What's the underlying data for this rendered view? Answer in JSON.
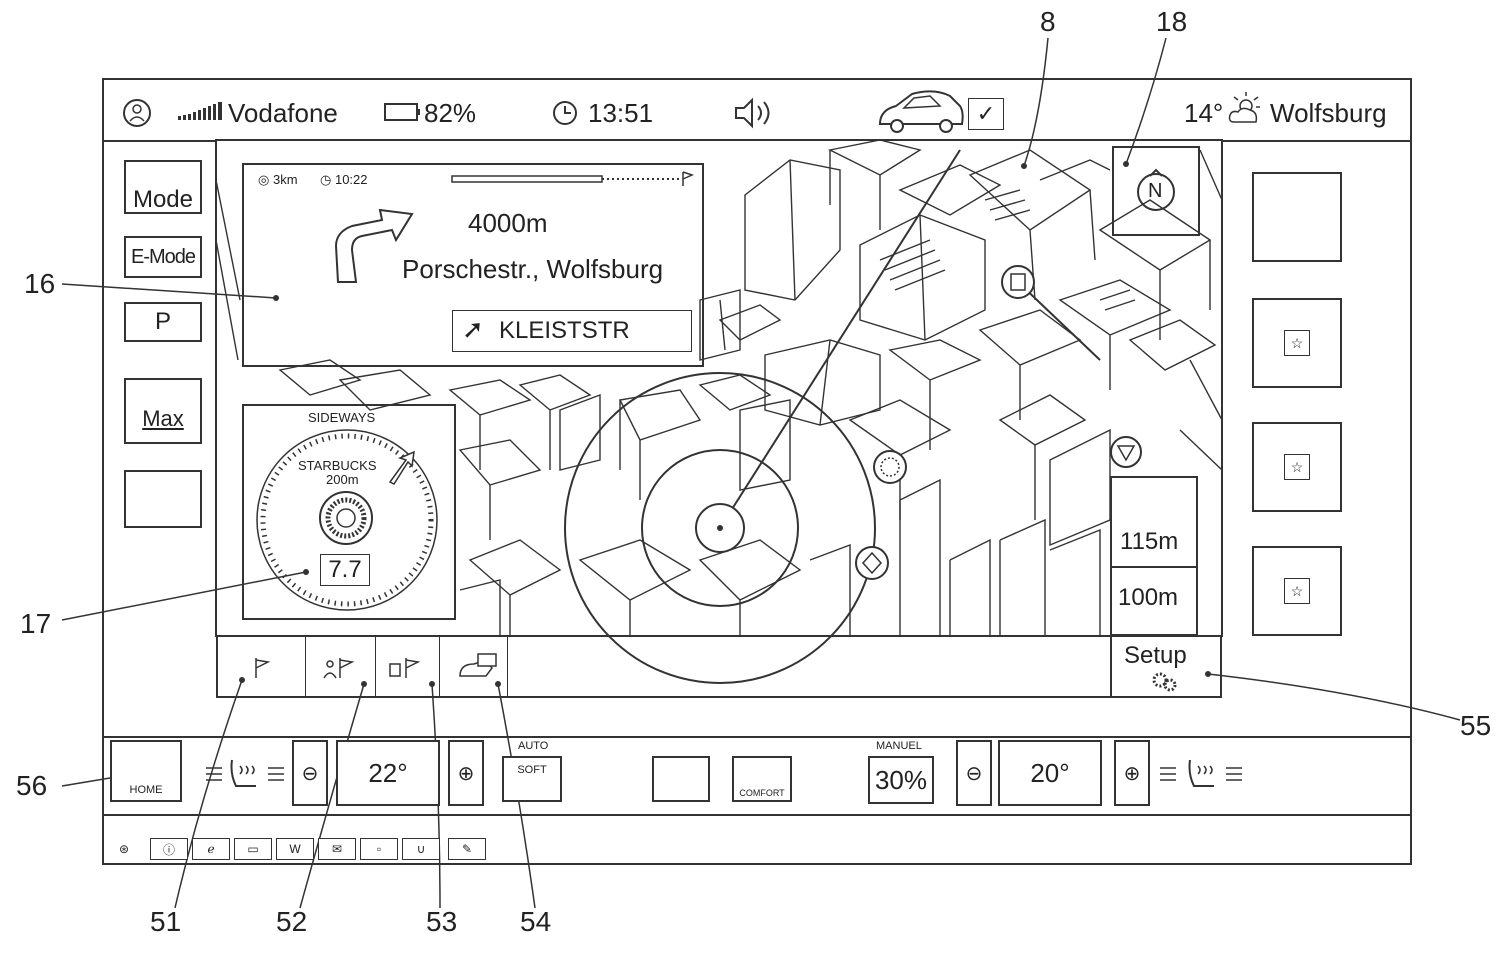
{
  "status": {
    "carrier": "Vodafone",
    "battery": "82%",
    "time": "13:51",
    "temperature": "14°",
    "city": "Wolfsburg",
    "check_mark": "✓"
  },
  "left_buttons": {
    "mode": "Mode",
    "emode": "E-Mode",
    "park": "P",
    "max": "Max"
  },
  "nav": {
    "distance_total": "3km",
    "eta": "10:22",
    "next_distance": "4000m",
    "street": "Porschestr., Wolfsburg",
    "next_turn": "KLEISTSTR"
  },
  "poi": {
    "mode": "SIDEWAYS",
    "name": "STARBUCKS",
    "distance": "200m",
    "rating": "7.7"
  },
  "map": {
    "compass": "N",
    "altitude": "115m",
    "scale": "100m",
    "setup": "Setup"
  },
  "climate": {
    "home": "HOME",
    "left_temp": "22°",
    "auto": "AUTO",
    "soft": "SOFT",
    "comfort": "COMFORT",
    "manuel": "MANUEL",
    "fan": "30%",
    "right_temp": "20°"
  },
  "refs": {
    "r8": "8",
    "r18": "18",
    "r16": "16",
    "r17": "17",
    "r51": "51",
    "r52": "52",
    "r53": "53",
    "r54": "54",
    "r55": "55",
    "r56": "56"
  },
  "icons": [
    "profile-icon",
    "signal-icon",
    "battery-icon",
    "clock-icon",
    "speaker-icon",
    "car-icon",
    "weather-icon",
    "search-icon",
    "favorite-icon",
    "defrost-icon",
    "seat-heat-icon",
    "home-icon",
    "flag-icon"
  ]
}
